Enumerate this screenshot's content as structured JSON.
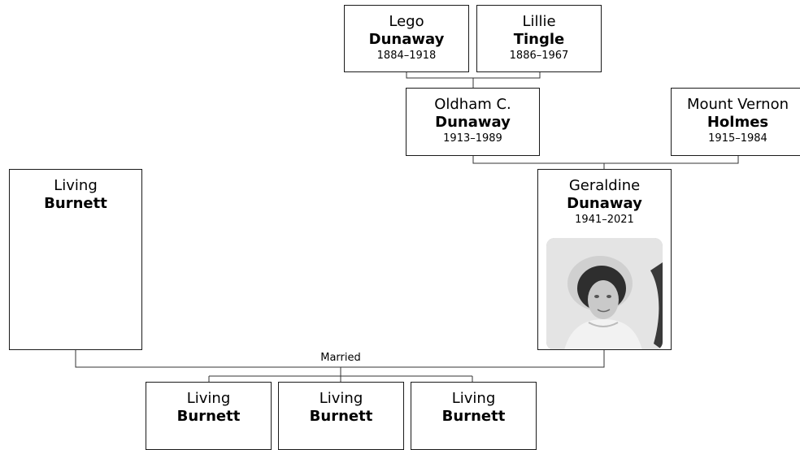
{
  "people": {
    "lego_dunaway": {
      "given": "Lego",
      "surname": "Dunaway",
      "dates": "1884–1918"
    },
    "lillie_tingle": {
      "given": "Lillie",
      "surname": "Tingle",
      "dates": "1886–1967"
    },
    "oldham_dunaway": {
      "given": "Oldham C.",
      "surname": "Dunaway",
      "dates": "1913–1989"
    },
    "mount_vernon_holmes": {
      "given": "Mount Vernon",
      "surname": "Holmes",
      "dates": "1915–1984"
    },
    "living_burnett_father": {
      "given": "Living",
      "surname": "Burnett"
    },
    "geraldine_dunaway": {
      "given": "Geraldine",
      "surname": "Dunaway",
      "dates": "1941–2021"
    },
    "child_1": {
      "given": "Living",
      "surname": "Burnett"
    },
    "child_2": {
      "given": "Living",
      "surname": "Burnett"
    },
    "child_3": {
      "given": "Living",
      "surname": "Burnett"
    }
  },
  "marriage_label": "Married",
  "colors": {
    "box_border": "#1a1a1a",
    "connector": "#333333",
    "background": "#ffffff"
  }
}
